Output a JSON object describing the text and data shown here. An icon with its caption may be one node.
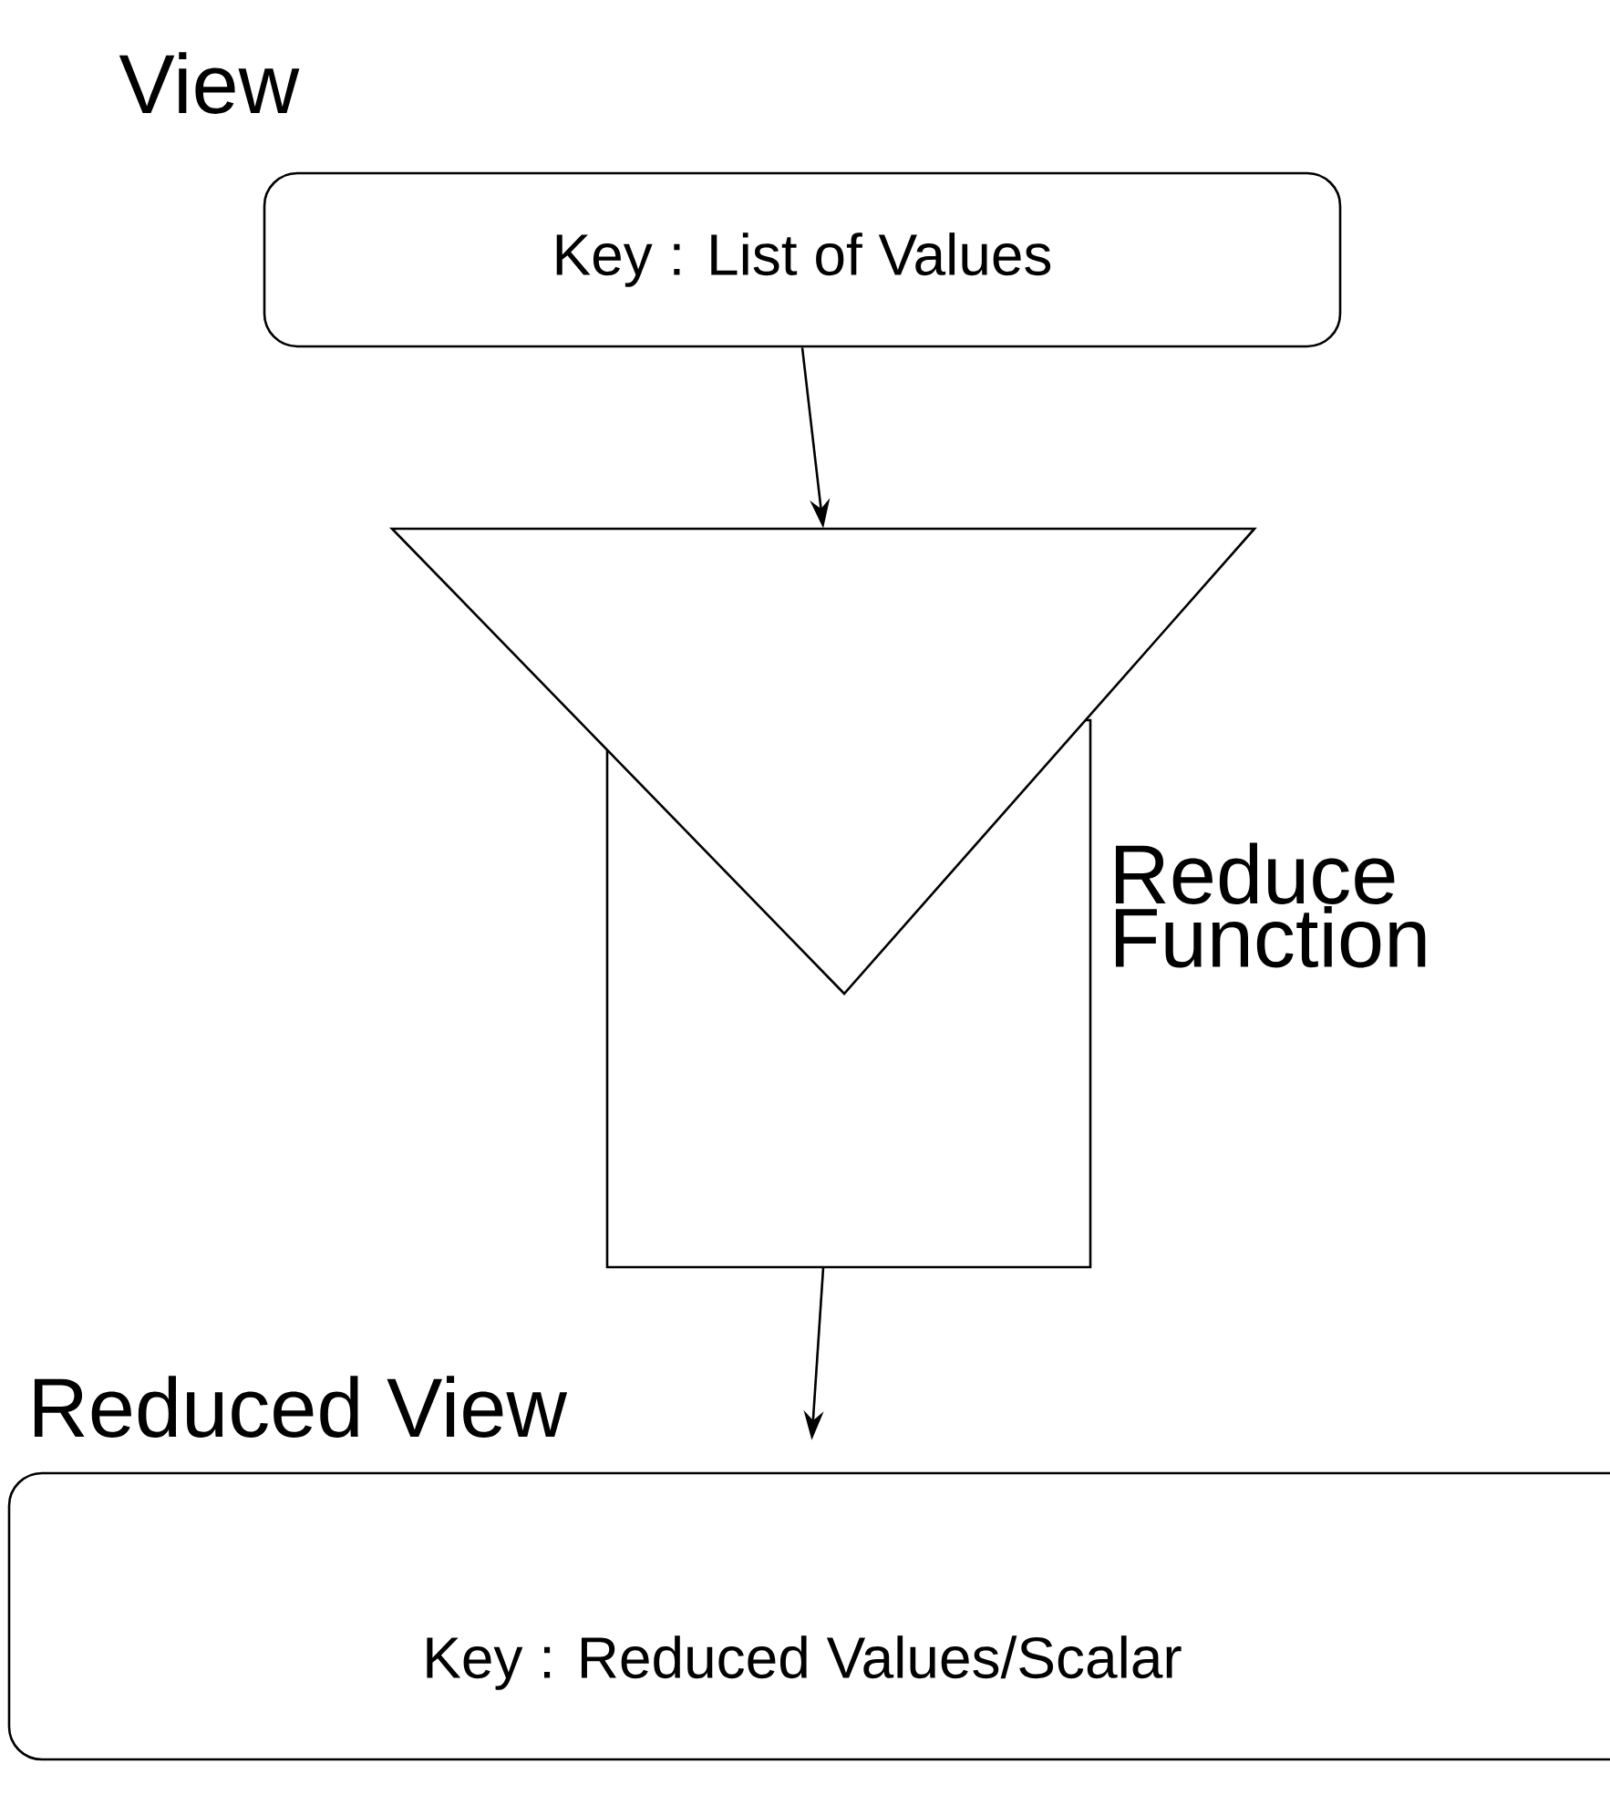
{
  "diagram": {
    "nodes": [
      {
        "text": [
          "View",
          "Key : List of Values"
        ]
      },
      {
        "text": [
          "Reduce Function"
        ]
      },
      {
        "text": [
          "Reduced View",
          "Key : Reduced Values/Scalar"
        ]
      }
    ],
    "edges": [
      {
        "from": 0,
        "to": 1,
        "arrow": "to"
      },
      {
        "from": 1,
        "to": 2,
        "arrow": "to"
      }
    ]
  }
}
